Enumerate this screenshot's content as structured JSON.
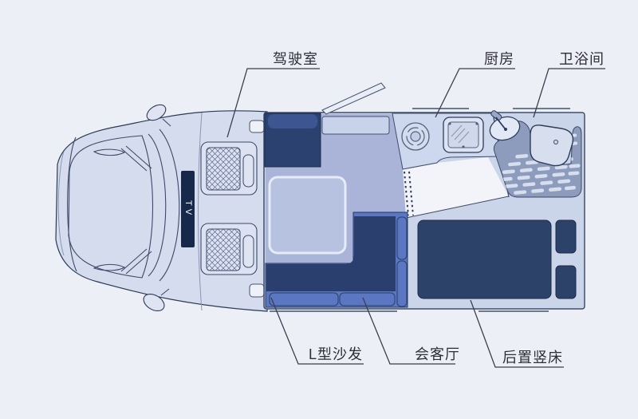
{
  "labels": {
    "cab": "驾驶室",
    "kitchen": "厨房",
    "bathroom": "卫浴间",
    "l_sofa": "L型沙发",
    "lounge": "会客厅",
    "rear_bed": "后置竖床"
  },
  "tv": {
    "label": "TV"
  },
  "colors": {
    "background": "#edeff7",
    "body_floor": "#cbd5ea",
    "living_floor": "#a9b4d8",
    "entry_floor": "#f2f4fa",
    "counter": "#cdd7ed",
    "cab_fill": "#d5dcee",
    "sofa_base": "#5b77c1",
    "sofa_back": "#2a3f6d",
    "cabinet": "#2b4170",
    "cabinet_top": "#3d5590",
    "bed": "#2c4269",
    "tv_panel": "#16294a",
    "shower_tray": "#8d9cbc",
    "slat": "#d7dfef",
    "table": "#b7c1e0",
    "outline": "#3e4a66",
    "label_text": "#2e2e38"
  }
}
